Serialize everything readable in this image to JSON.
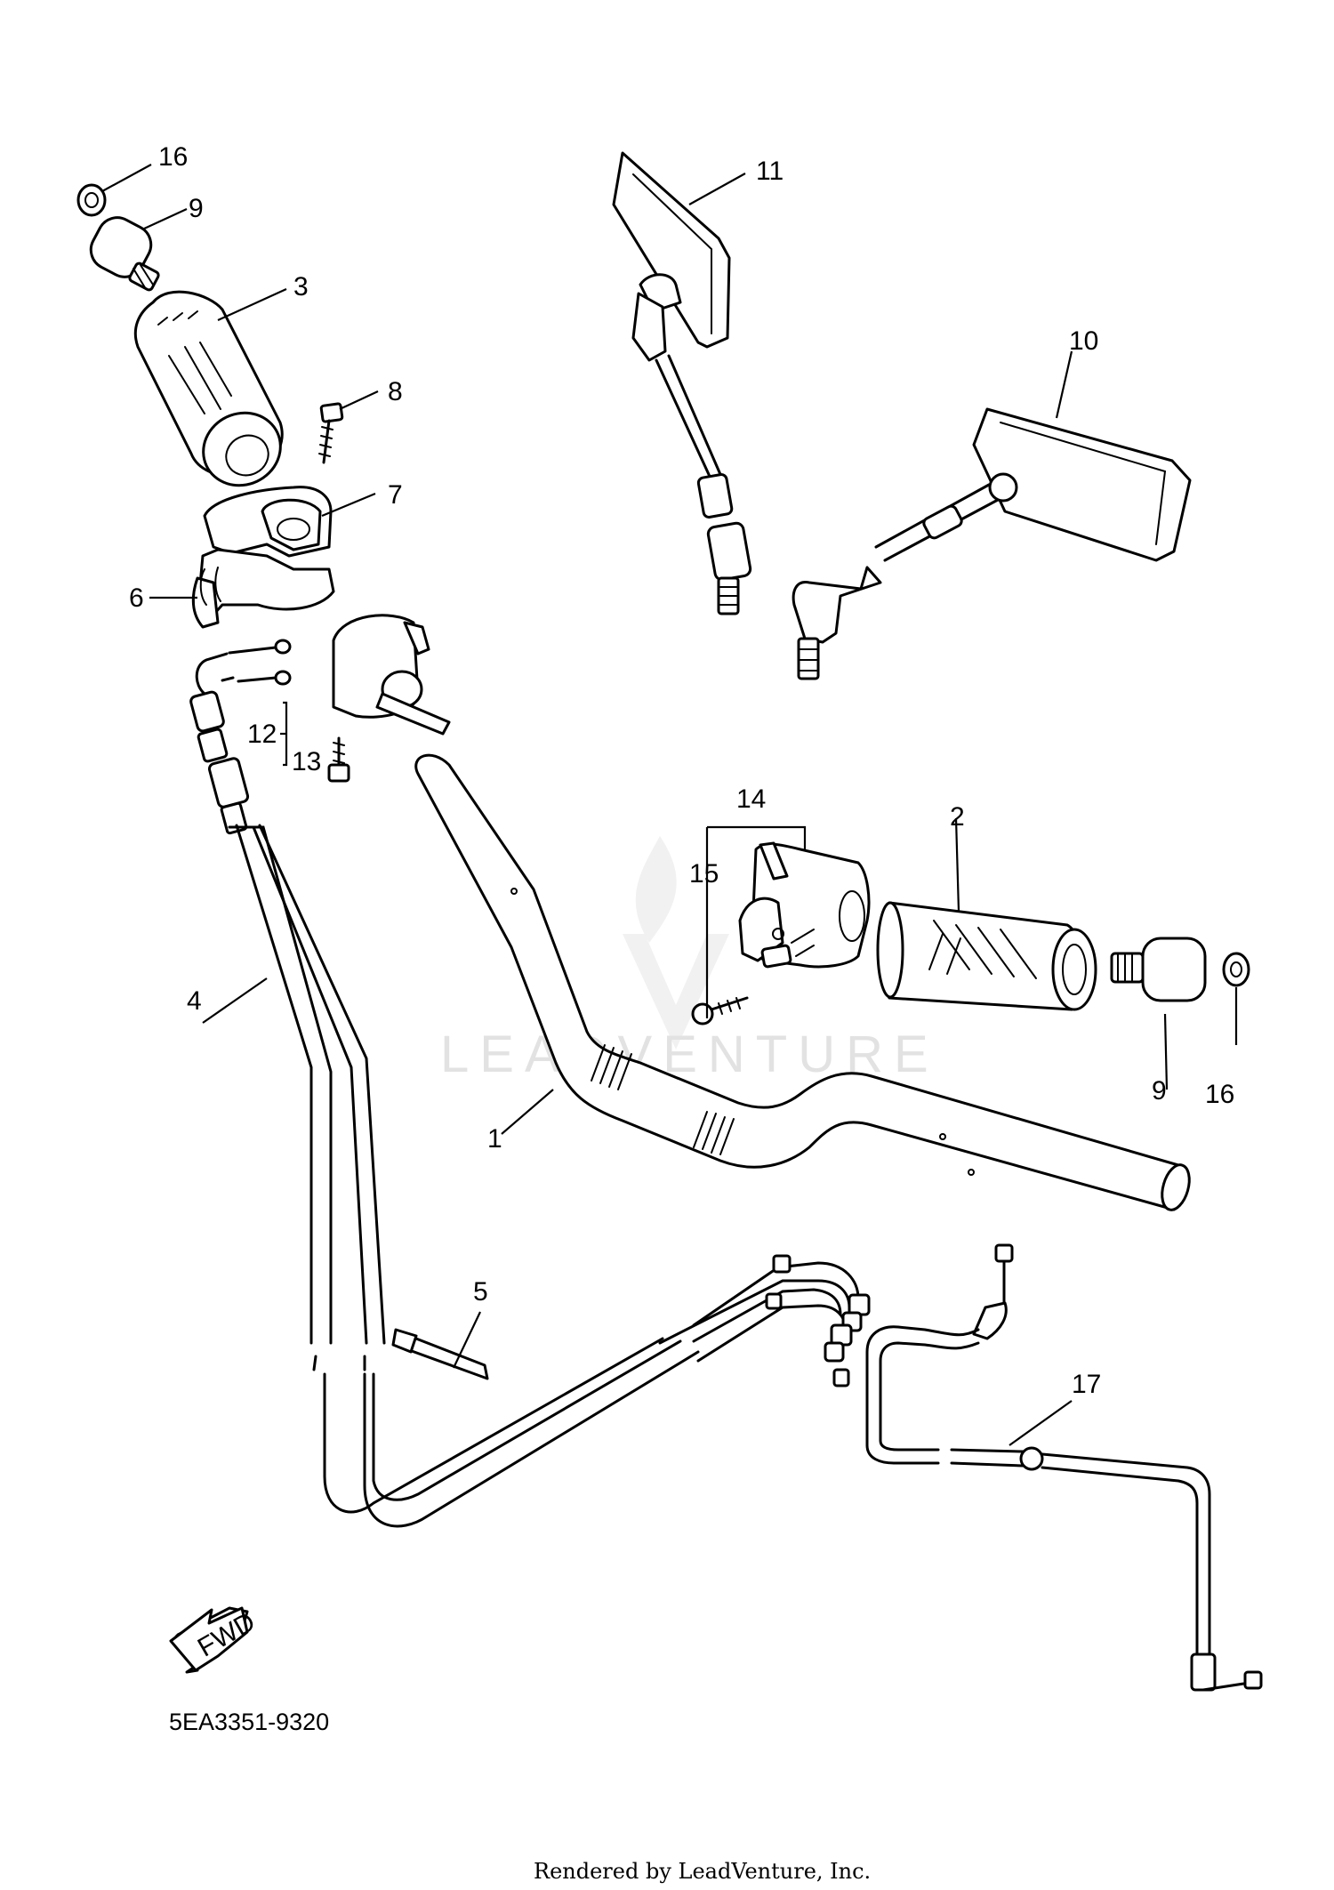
{
  "diagram": {
    "callouts": {
      "c1": "1",
      "c2": "2",
      "c3": "3",
      "c4": "4",
      "c5": "5",
      "c6": "6",
      "c7": "7",
      "c8": "8",
      "c9a": "9",
      "c9b": "9",
      "c10": "10",
      "c11": "11",
      "c12": "12",
      "c13": "13",
      "c14": "14",
      "c15": "15",
      "c16a": "16",
      "c16b": "16",
      "c17": "17"
    },
    "direction_badge": "FWD",
    "part_code": "5EA3351-9320",
    "watermark": "LEADVENTURE",
    "footer": "Rendered by LeadVenture, Inc."
  }
}
